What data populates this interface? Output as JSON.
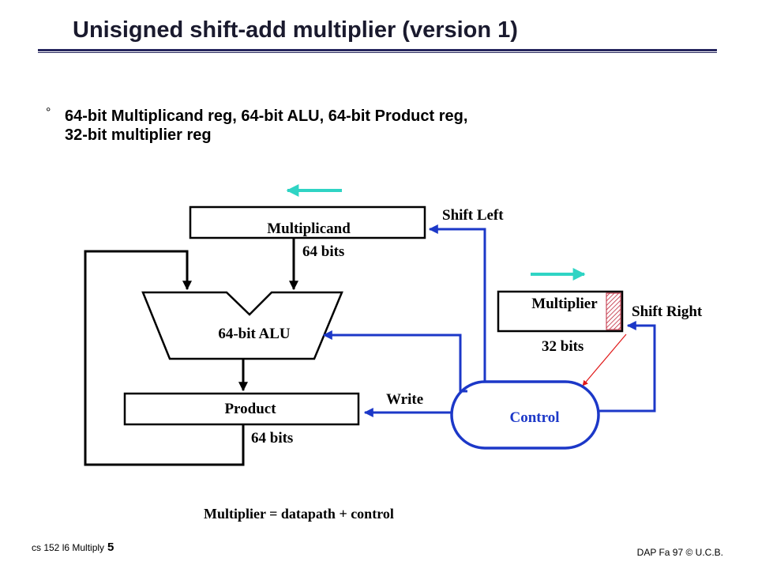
{
  "slide": {
    "title": "Unisigned shift-add multiplier (version 1)",
    "bullet_mark": "°",
    "bullet_line1": "64-bit Multiplicand reg, 64-bit ALU, 64-bit Product reg,",
    "bullet_line2": "32-bit multiplier reg",
    "caption": "Multiplier = datapath + control"
  },
  "diagram": {
    "multiplicand_label": "Multiplicand",
    "multiplicand_bits": "64 bits",
    "alu_label": "64-bit ALU",
    "product_label": "Product",
    "product_bits": "64 bits",
    "multiplier_label": "Multiplier",
    "multiplier_bits": "32 bits",
    "control_label": "Control",
    "shift_left_label": "Shift Left",
    "shift_right_label": "Shift Right",
    "write_label": "Write"
  },
  "footer": {
    "course": "cs 152  l6 Multiply",
    "page": "5",
    "credit": "DAP Fa 97 © U.C.B."
  },
  "colors": {
    "wire": "#1c38c8",
    "shift_arrow": "#2fd4c4",
    "control_text": "#1c38c8",
    "lsb_pointer": "#e01818",
    "title": "#1a1a2e"
  }
}
